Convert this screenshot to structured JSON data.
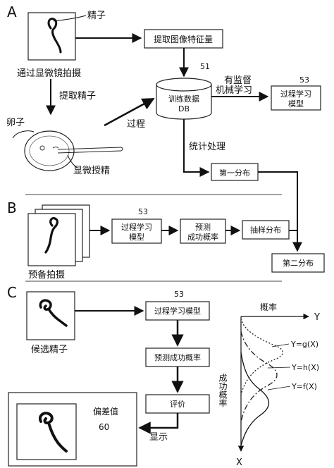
{
  "sections": {
    "a": "A",
    "b": "B",
    "c": "C"
  },
  "section_a": {
    "sperm_label": "精子",
    "microscope_capture": "通过显微镜拍摄",
    "extract_sperm": "提取精子",
    "egg_label": "卵子",
    "microinjection": "显微授精",
    "extract_features": "提取图像特征量",
    "process": "过程",
    "db_ref": "51",
    "db_line1": "训练数据",
    "db_line2": "DB",
    "supervised_line1": "有监督",
    "supervised_line2": "机械学习",
    "model_ref": "53",
    "model_line1": "过程学习",
    "model_line2": "模型",
    "statistics": "统计处理",
    "first_distribution": "第一分布"
  },
  "section_b": {
    "model_ref": "53",
    "model_line1": "过程学习",
    "model_line2": "模型",
    "predict_line1": "预测",
    "predict_line2": "成功概率",
    "sample_distribution": "抽样分布",
    "second_distribution": "第二分布",
    "pre_capture": "预备拍摄"
  },
  "section_c": {
    "candidate_sperm": "候选精子",
    "model_ref": "53",
    "model_box": "过程学习模型",
    "predict_box": "预测成功概率",
    "evaluate_box": "评价",
    "display": "显示",
    "deviation_label": "偏差值",
    "deviation_value": "60",
    "graph": {
      "y_axis_label": "Y",
      "x_axis_label": "X",
      "probability_label": "概率",
      "success_probability_vertical": "成功概率",
      "curve_g": "Y=g(X)",
      "curve_h": "Y=h(X)",
      "curve_f": "Y=f(X)"
    }
  }
}
